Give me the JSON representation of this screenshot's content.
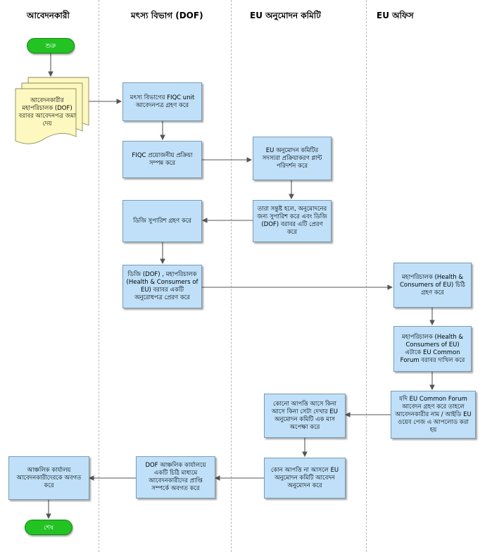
{
  "lanes": [
    {
      "title": "আবেদনকারী"
    },
    {
      "title": "মৎস্য বিভাগ (DOF)"
    },
    {
      "title": "EU অনুমোদন কমিটি"
    },
    {
      "title": "EU অফিস"
    }
  ],
  "nodes": {
    "start": "শুরু",
    "applicant_submit": "আবেদনকারীর মহাপরিচালক (DOF) বরাবর আবেদনপত্র জমা দেয়",
    "fiqc_receive": "মৎস্য বিভাগের FIQC unit আবেদনপত্র গ্রহণ করে",
    "fiqc_process": "FIQC প্রয়োজনীয় প্রক্রিয়া সম্পন্ন করে",
    "committee_inspect": "EU অনুমোদন কমিটির সদস্যরা প্রক্রিয়াকরণ প্লান্ট পরিদর্শন করে",
    "committee_recommend": "তারা সন্তুষ্ট হলে, অনুমোদনের জন্য সুপারিশ করে এবং ডিজি (DOF) বরাবর এটি প্রেরণ করে",
    "dg_receive": "ডিজি সুপারিশ গ্রহণ করে",
    "dg_send": "ডিজি (DOF) , মহাপরিচালক (Health & Consumers of EU) বরাবর একটি অনুরোধপত্র প্রেরণ করে",
    "eu_receive": "মহাপরিচালক (Health & Consumers of EU) চিঠি গ্রহণ করে",
    "eu_forum": "মহাপরিচালক (Health & Consumers of EU) এটাকে EU Common Forum বরাবর দাখিল করে",
    "eu_upload": "যদি EU Common Forum আবেদন গ্রহণ করে তাহলে আবেদনকারীর নাম / আইডি EU ওয়েব পেজ এ আপলোড করা হয়",
    "committee_wait": "কোনো আপত্তি আসে কিনা আসে কিনা সেটা দেখার EU অনুমোদন কমিটি এক মাস অপেক্ষা করে",
    "committee_approve": "কোন আপত্তি না আসলে EU অনুমোদন কমিটি আবেদন অনুমোদন করে",
    "dof_inform": "DOF আঞ্চলিক কার্যালয়ে একটি চিঠি মাধ্যমে আবেদনকারীদের প্রাপ্তি সম্পর্কে অবগত করে",
    "regional_inform": "আঞ্চলিক কার্যালয় আবেদনকারীদেরকে অবগত করে",
    "end": "শেষ"
  },
  "colors": {
    "process_fill": "#bfe0f8",
    "process_border": "#7a9bb4",
    "terminator_fill": "#22c322",
    "document_fill": "#fdf8c0",
    "arrow": "#555555"
  }
}
